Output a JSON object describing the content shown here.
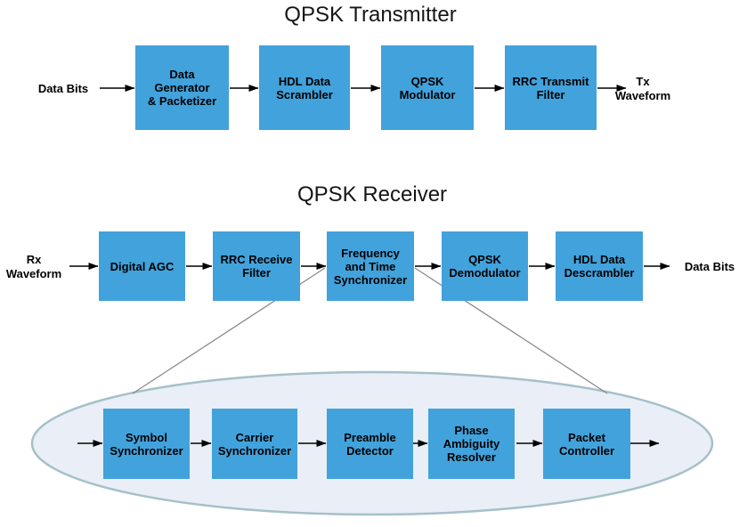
{
  "figure": {
    "transmitter": {
      "title": "QPSK Transmitter",
      "input_label": "Data Bits",
      "output_label": [
        "Tx",
        "Waveform"
      ],
      "blocks": [
        {
          "label": [
            "Data",
            "Generator",
            "& Packetizer"
          ]
        },
        {
          "label": [
            "HDL Data",
            "Scrambler"
          ]
        },
        {
          "label": [
            "QPSK",
            "Modulator"
          ]
        },
        {
          "label": [
            "RRC Transmit",
            "Filter"
          ]
        }
      ]
    },
    "receiver": {
      "title": "QPSK Receiver",
      "input_label": [
        "Rx",
        "Waveform"
      ],
      "output_label": "Data Bits",
      "blocks": [
        {
          "label": "Digital AGC"
        },
        {
          "label": [
            "RRC Receive",
            "Filter"
          ]
        },
        {
          "label": [
            "Frequency",
            "and Time",
            "Synchronizer"
          ]
        },
        {
          "label": [
            "QPSK",
            "Demodulator"
          ]
        },
        {
          "label": [
            "HDL Data",
            "Descrambler"
          ]
        }
      ]
    },
    "synchronizer_detail": {
      "expanded_from": "Frequency and Time Synchronizer",
      "blocks": [
        {
          "label": [
            "Symbol",
            "Synchronizer"
          ]
        },
        {
          "label": [
            "Carrier",
            "Synchronizer"
          ]
        },
        {
          "label": [
            "Preamble",
            "Detector"
          ]
        },
        {
          "label": [
            "Phase",
            "Ambiguity",
            "Resolver"
          ]
        },
        {
          "label": [
            "Packet",
            "Controller"
          ]
        }
      ]
    },
    "colors": {
      "background": "#FFFFFF",
      "block_fill": "#42A2DB",
      "block_text": "#000000",
      "ellipse_fill": "#E9EEF7",
      "ellipse_border": "#A6C0C8",
      "arrow": "#000000",
      "expansion_line": "#8C8C8C"
    }
  }
}
